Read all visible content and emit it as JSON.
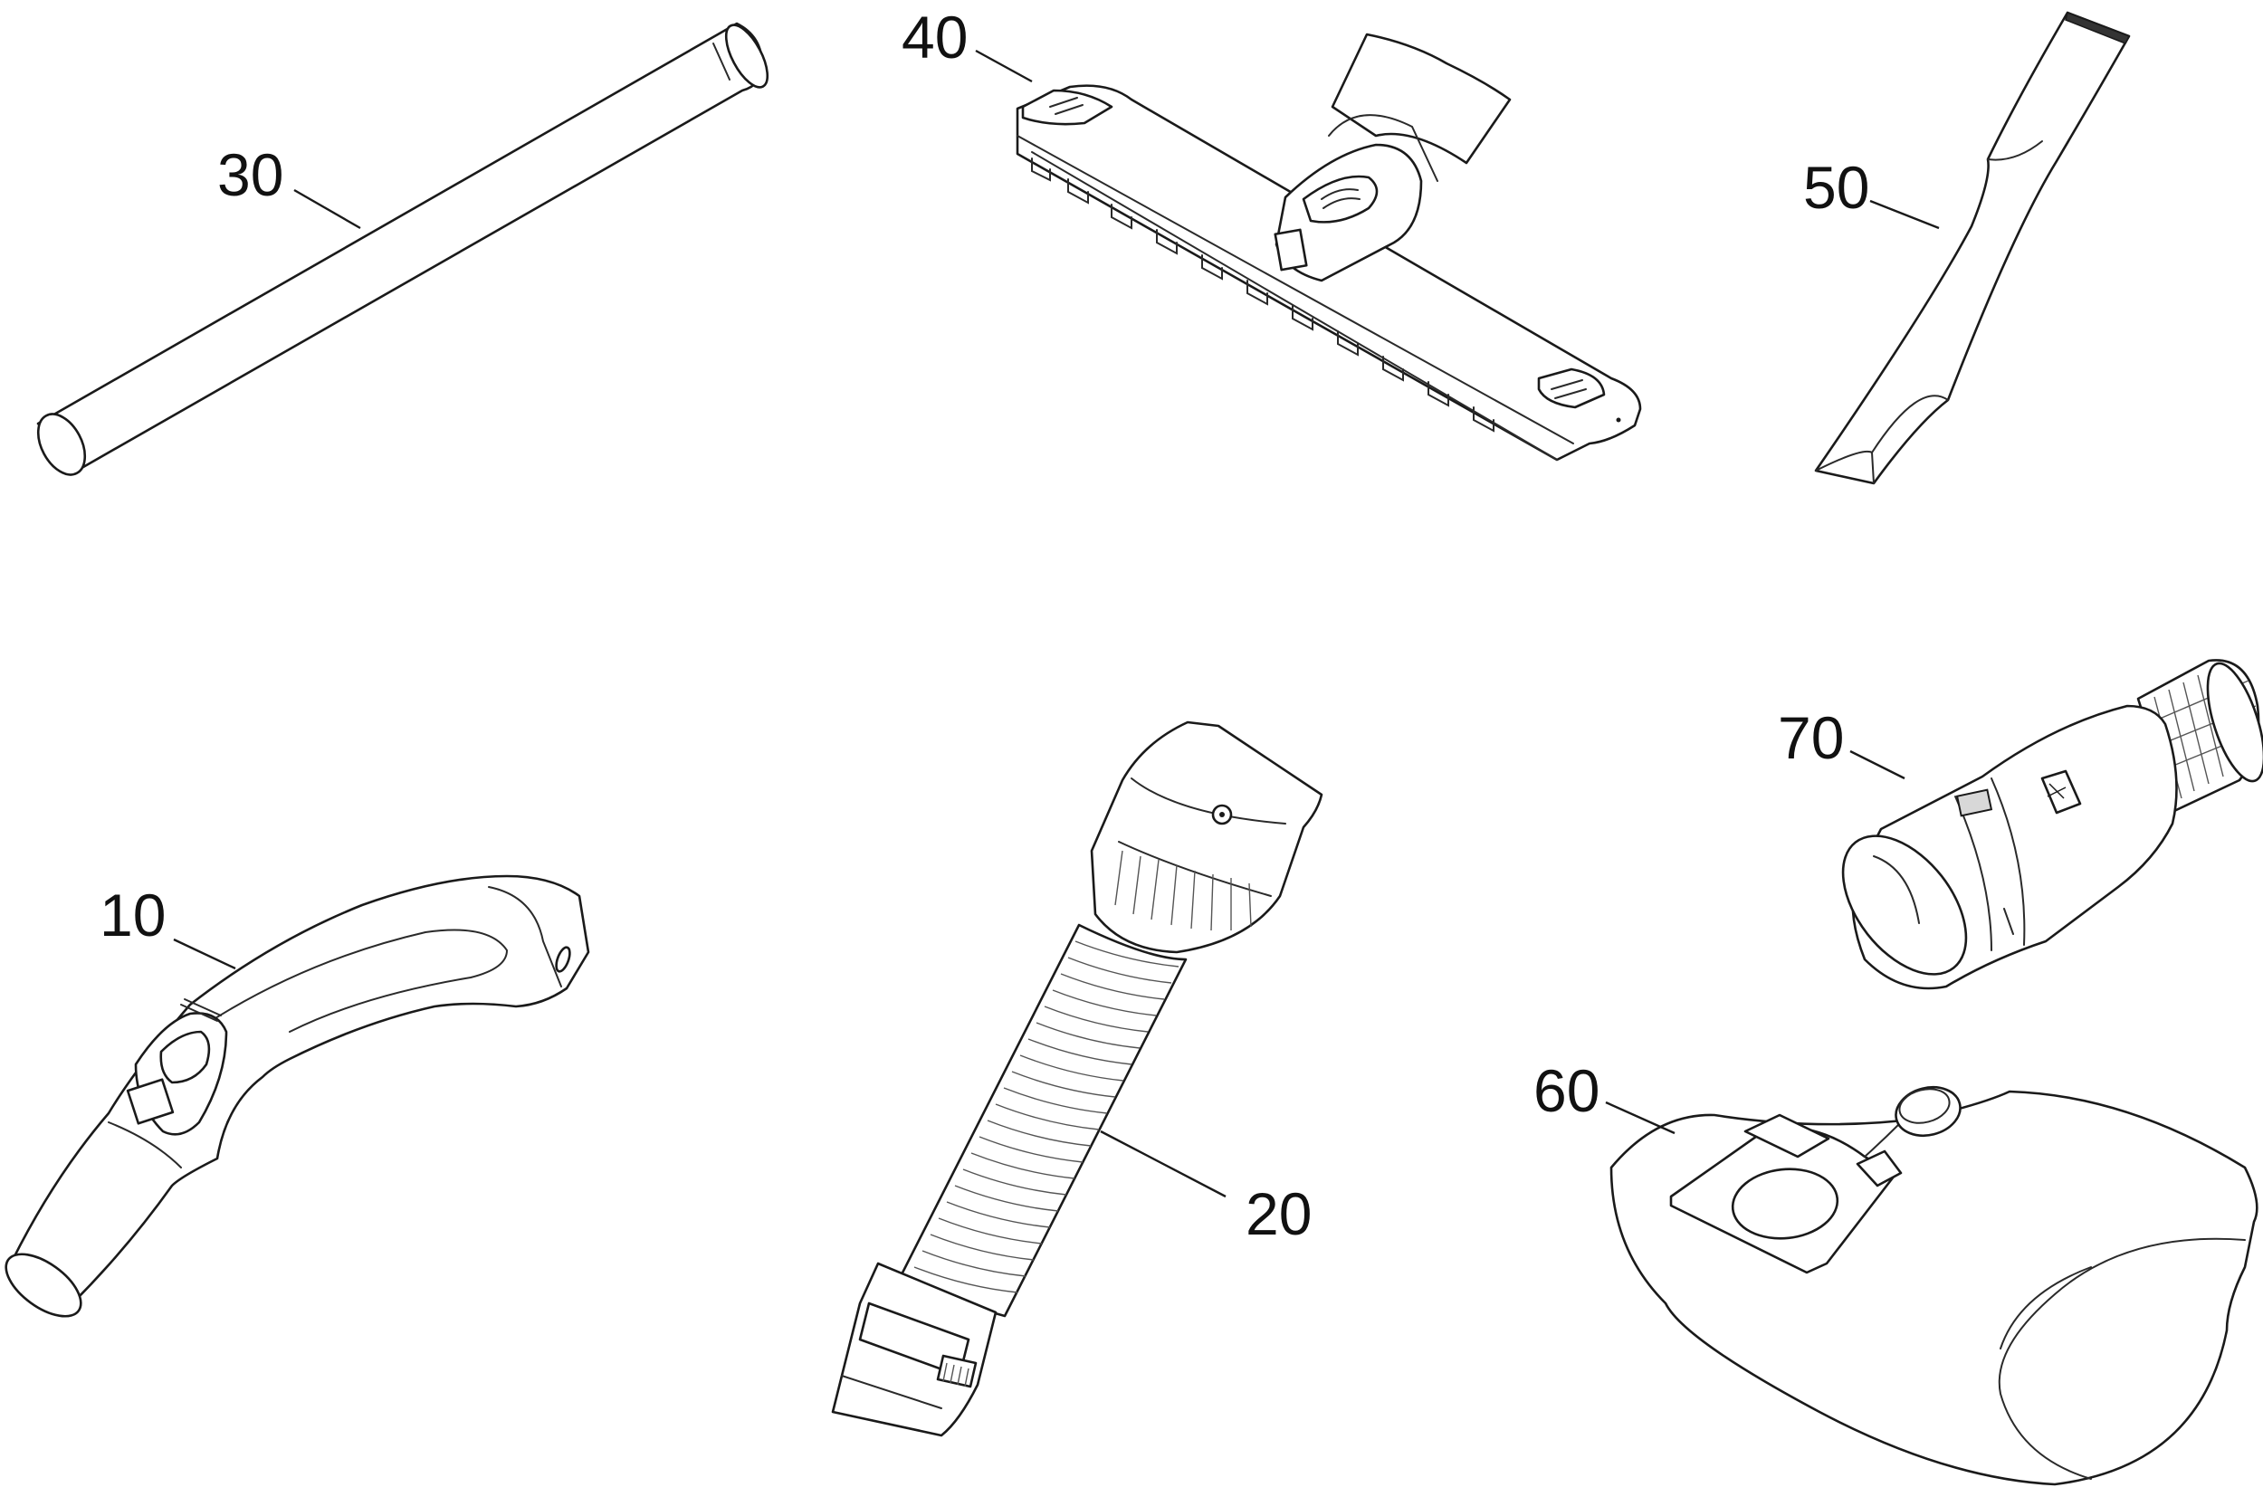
{
  "callouts": {
    "handle": "10",
    "hose": "20",
    "tube": "30",
    "floor_nozzle": "40",
    "crevice_nozzle": "50",
    "filter_bag": "60",
    "adapter": "70"
  }
}
